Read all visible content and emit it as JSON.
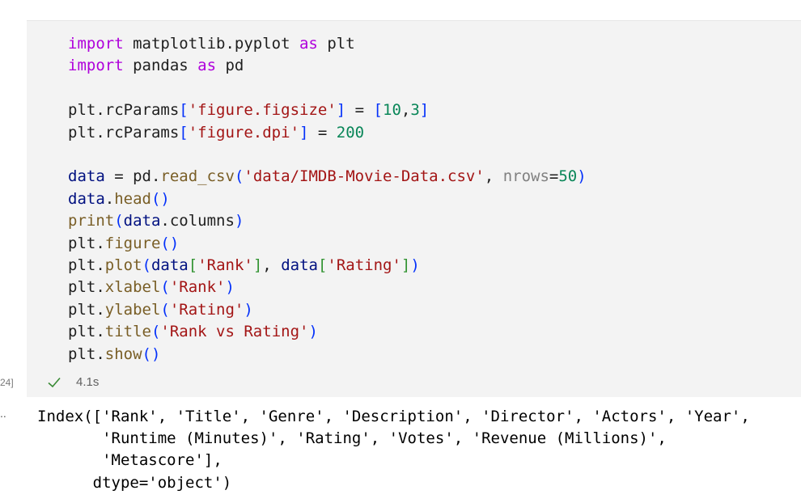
{
  "cell": {
    "execution_count": "24]",
    "exec_time": "4.1s",
    "status_icon": "check-icon",
    "code_lines": [
      [
        {
          "t": "import",
          "c": "kw"
        },
        {
          "t": " matplotlib.pyplot "
        },
        {
          "t": "as",
          "c": "kw"
        },
        {
          "t": " plt"
        }
      ],
      [
        {
          "t": "import",
          "c": "kw"
        },
        {
          "t": " pandas "
        },
        {
          "t": "as",
          "c": "kw"
        },
        {
          "t": " pd"
        }
      ],
      [],
      [
        {
          "t": "plt.rcParams"
        },
        {
          "t": "[",
          "c": "br1"
        },
        {
          "t": "'figure.figsize'",
          "c": "str"
        },
        {
          "t": "]",
          "c": "br1"
        },
        {
          "t": " = "
        },
        {
          "t": "[",
          "c": "br1"
        },
        {
          "t": "10",
          "c": "num"
        },
        {
          "t": ","
        },
        {
          "t": "3",
          "c": "num"
        },
        {
          "t": "]",
          "c": "br1"
        }
      ],
      [
        {
          "t": "plt.rcParams"
        },
        {
          "t": "[",
          "c": "br1"
        },
        {
          "t": "'figure.dpi'",
          "c": "str"
        },
        {
          "t": "]",
          "c": "br1"
        },
        {
          "t": " = "
        },
        {
          "t": "200",
          "c": "num"
        }
      ],
      [],
      [
        {
          "t": "data",
          "c": "var"
        },
        {
          "t": " = pd."
        },
        {
          "t": "read_csv",
          "c": "fn"
        },
        {
          "t": "(",
          "c": "br1"
        },
        {
          "t": "'data/IMDB-Movie-Data.csv'",
          "c": "str"
        },
        {
          "t": ", "
        },
        {
          "t": "nrows",
          "c": "param"
        },
        {
          "t": "="
        },
        {
          "t": "50",
          "c": "num"
        },
        {
          "t": ")",
          "c": "br1"
        }
      ],
      [
        {
          "t": "data",
          "c": "var"
        },
        {
          "t": "."
        },
        {
          "t": "head",
          "c": "fn"
        },
        {
          "t": "()",
          "c": "br1"
        }
      ],
      [
        {
          "t": "print",
          "c": "fn"
        },
        {
          "t": "(",
          "c": "br1"
        },
        {
          "t": "data",
          "c": "var"
        },
        {
          "t": ".columns"
        },
        {
          "t": ")",
          "c": "br1"
        }
      ],
      [
        {
          "t": "plt."
        },
        {
          "t": "figure",
          "c": "fn"
        },
        {
          "t": "()",
          "c": "br1"
        }
      ],
      [
        {
          "t": "plt."
        },
        {
          "t": "plot",
          "c": "fn"
        },
        {
          "t": "(",
          "c": "br1"
        },
        {
          "t": "data",
          "c": "var"
        },
        {
          "t": "[",
          "c": "br2"
        },
        {
          "t": "'Rank'",
          "c": "str"
        },
        {
          "t": "]",
          "c": "br2"
        },
        {
          "t": ", "
        },
        {
          "t": "data",
          "c": "var"
        },
        {
          "t": "[",
          "c": "br2"
        },
        {
          "t": "'Rating'",
          "c": "str"
        },
        {
          "t": "]",
          "c": "br2"
        },
        {
          "t": ")",
          "c": "br1"
        }
      ],
      [
        {
          "t": "plt."
        },
        {
          "t": "xlabel",
          "c": "fn"
        },
        {
          "t": "(",
          "c": "br1"
        },
        {
          "t": "'Rank'",
          "c": "str"
        },
        {
          "t": ")",
          "c": "br1"
        }
      ],
      [
        {
          "t": "plt."
        },
        {
          "t": "ylabel",
          "c": "fn"
        },
        {
          "t": "(",
          "c": "br1"
        },
        {
          "t": "'Rating'",
          "c": "str"
        },
        {
          "t": ")",
          "c": "br1"
        }
      ],
      [
        {
          "t": "plt."
        },
        {
          "t": "title",
          "c": "fn"
        },
        {
          "t": "(",
          "c": "br1"
        },
        {
          "t": "'Rank vs Rating'",
          "c": "str"
        },
        {
          "t": ")",
          "c": "br1"
        }
      ],
      [
        {
          "t": "plt."
        },
        {
          "t": "show",
          "c": "fn"
        },
        {
          "t": "()",
          "c": "br1"
        }
      ]
    ]
  },
  "output": {
    "toggle": "..",
    "lines": [
      "Index(['Rank', 'Title', 'Genre', 'Description', 'Director', 'Actors', 'Year',",
      "       'Runtime (Minutes)', 'Rating', 'Votes', 'Revenue (Millions)',",
      "       'Metascore'],",
      "      dtype='object')"
    ]
  },
  "colors": {
    "cell_background": "#f3f3f3",
    "keyword": "#af00db",
    "string": "#a31515",
    "number": "#098658",
    "function": "#795e26",
    "variable": "#001080",
    "bracket": "#0431fa",
    "bracket_nested": "#319331",
    "success": "#388a34"
  }
}
